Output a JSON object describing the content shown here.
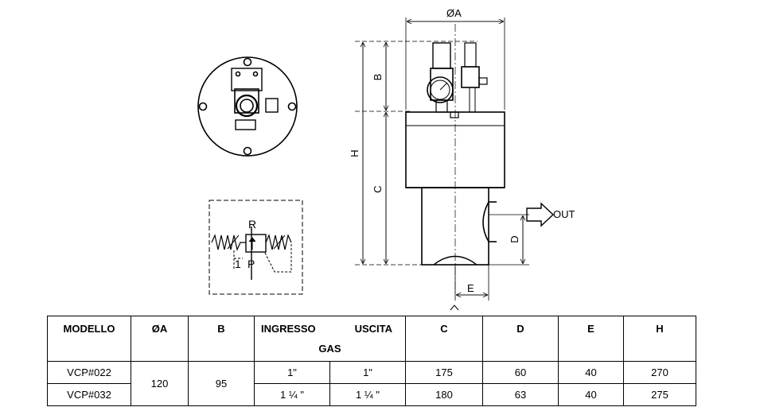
{
  "drawing": {
    "dim_A": "ØA",
    "dim_B": "B",
    "dim_C": "C",
    "dim_D": "D",
    "dim_E": "E",
    "dim_H": "H",
    "out_label": "OUT",
    "schematic_R": "R",
    "schematic_1": "1",
    "schematic_P": "P"
  },
  "table": {
    "headers": {
      "modello": "MODELLO",
      "a": "ØA",
      "b": "B",
      "ingresso": "INGRESSO",
      "uscita": "USCITA",
      "gas": "GAS",
      "c": "C",
      "d": "D",
      "e": "E",
      "h": "H"
    },
    "rows": [
      {
        "modello": "VCP#022",
        "a": "120",
        "b": "95",
        "ingresso": "1\"",
        "uscita": "1\"",
        "c": "175",
        "d": "60",
        "e": "40",
        "h": "270"
      },
      {
        "modello": "VCP#032",
        "a": "120",
        "b": "95",
        "ingresso": "1 ¼ \"",
        "uscita": "1 ¼ \"",
        "c": "180",
        "d": "63",
        "e": "40",
        "h": "275"
      }
    ]
  }
}
